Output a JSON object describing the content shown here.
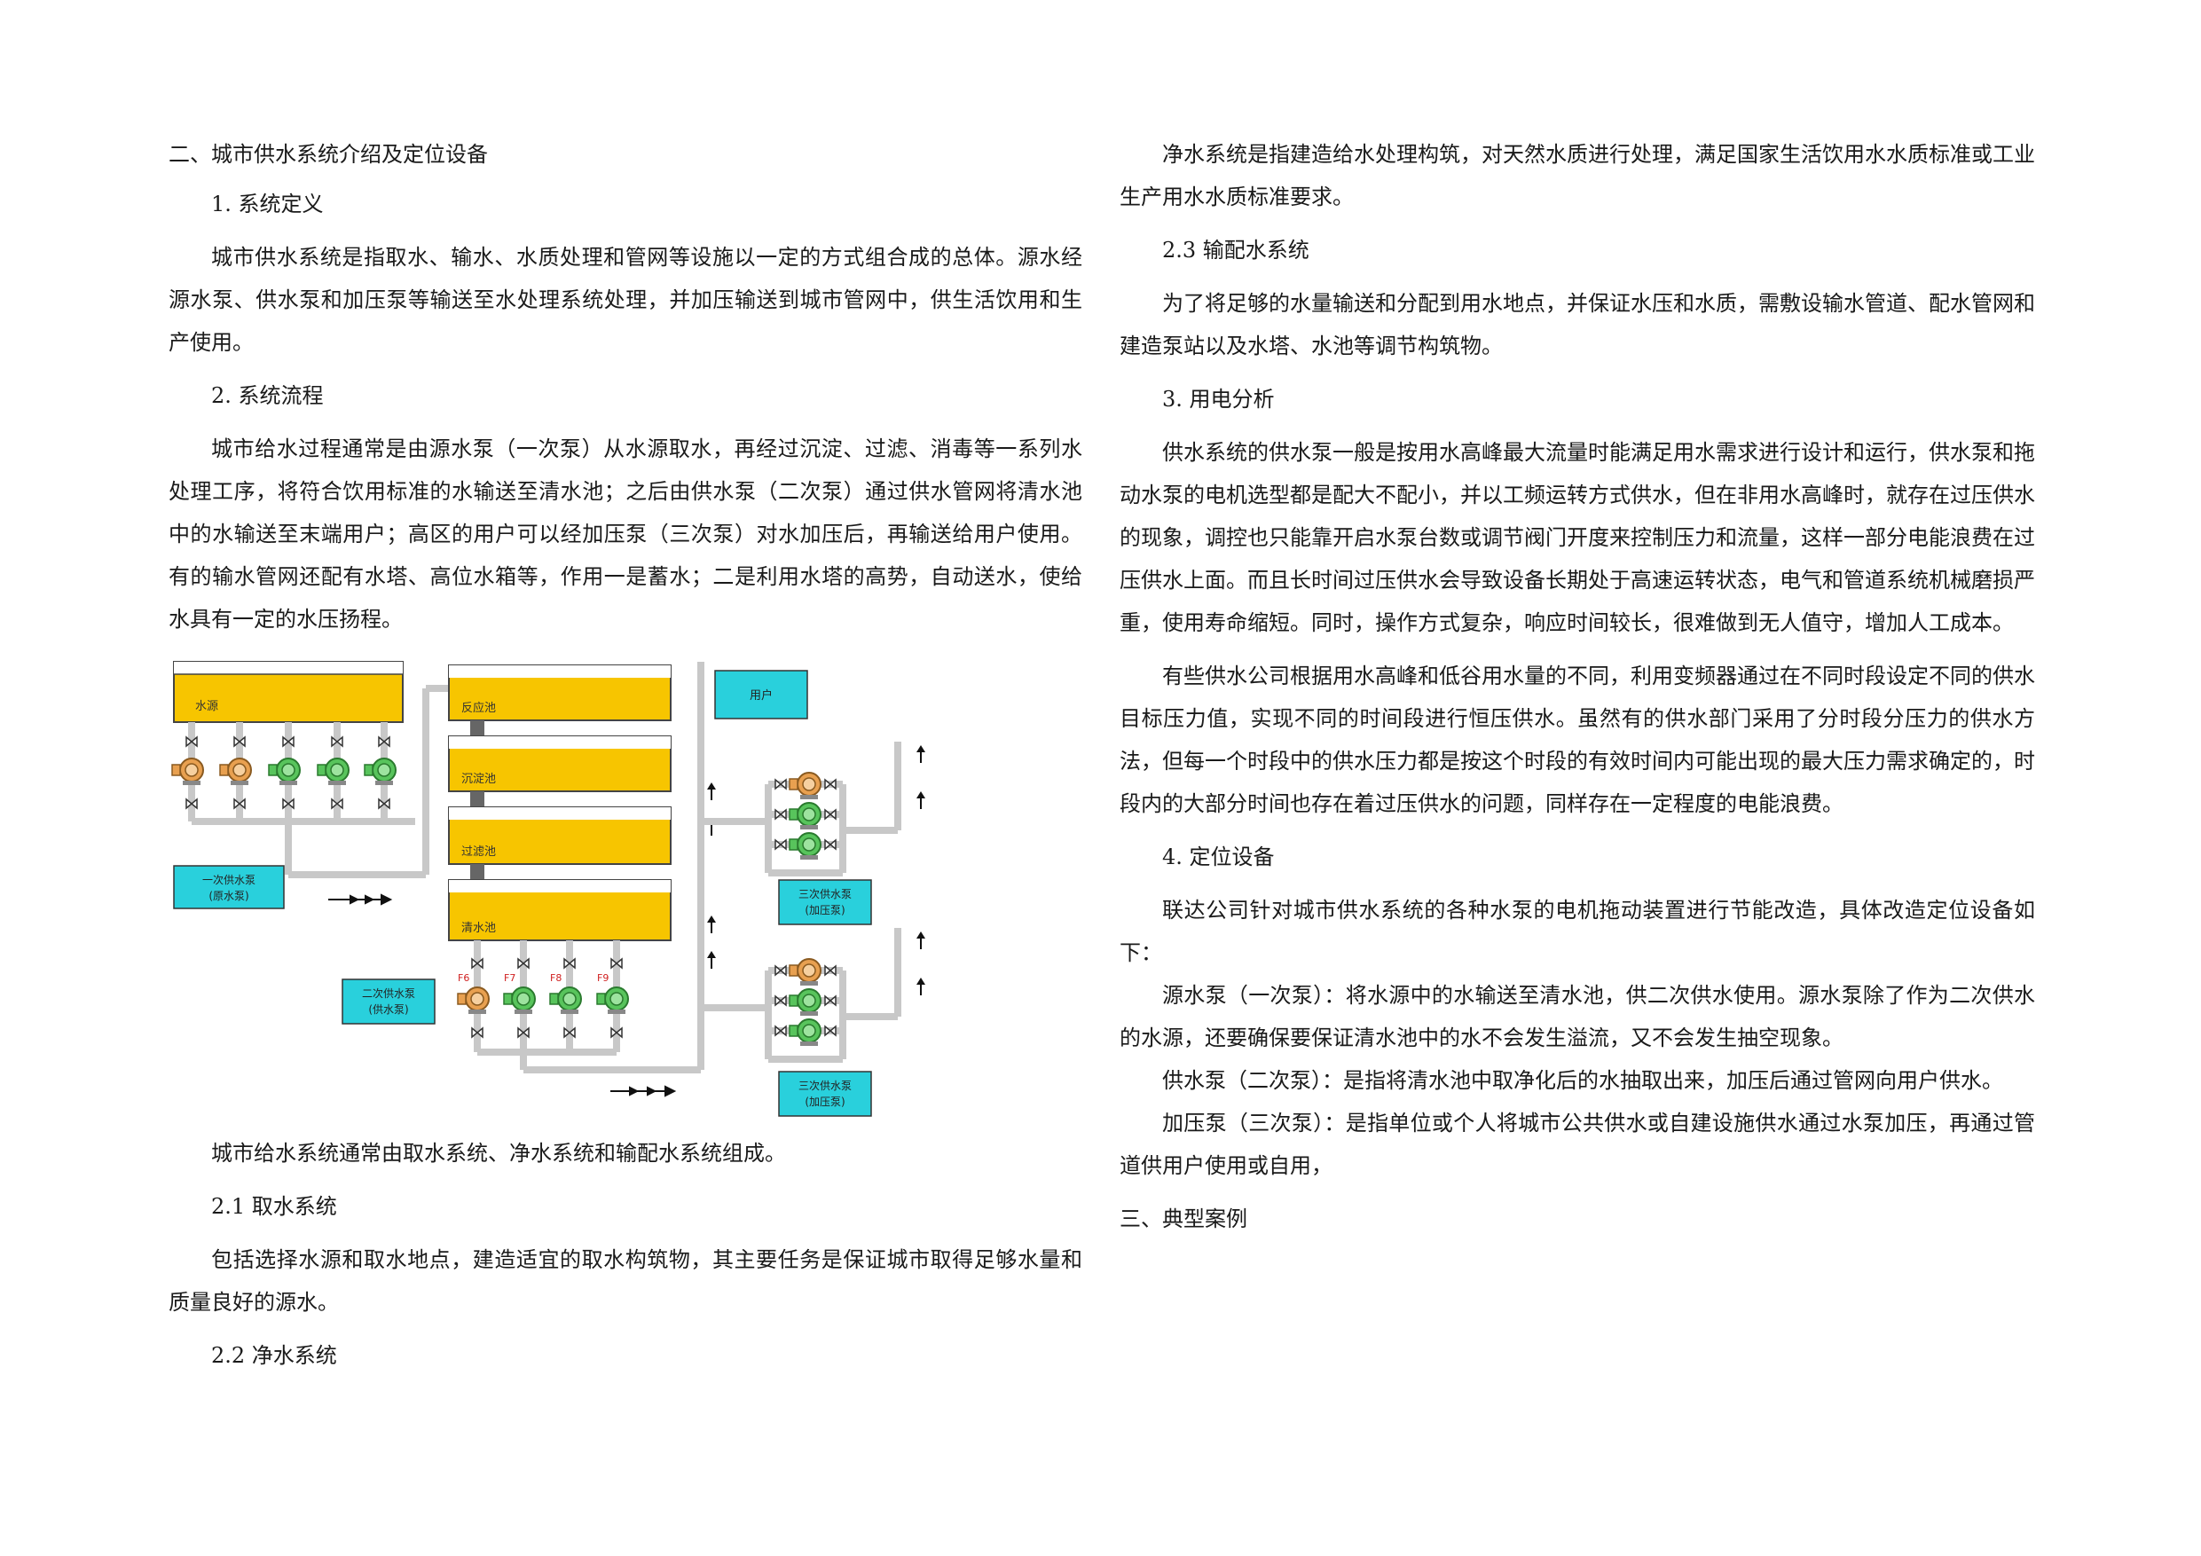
{
  "left": {
    "h_section2": "二、城市供水系统介绍及定位设备",
    "h_1": "1.  系统定义",
    "p_1": "城市供水系统是指取水、输水、水质处理和管网等设施以一定的方式组合成的总体。源水经源水泵、供水泵和加压泵等输送至水处理系统处理，并加压输送到城市管网中，供生活饮用和生产使用。",
    "h_2": "2.  系统流程",
    "p_2": "城市给水过程通常是由源水泵（一次泵）从水源取水，再经过沉淀、过滤、消毒等一系列水处理工序，将符合饮用标准的水输送至清水池；之后由供水泵（二次泵）通过供水管网将清水池中的水输送至末端用户；高区的用户可以经加压泵（三次泵）对水加压后，再输送给用户使用。有的输水管网还配有水塔、高位水箱等，作用一是蓄水；二是利用水塔的高势，自动送水，使给水具有一定的水压扬程。",
    "p_3": "城市给水系统通常由取水系统、净水系统和输配水系统组成。",
    "h_21": "2.1  取水系统",
    "p_21": "包括选择水源和取水地点，建造适宜的取水构筑物，其主要任务是保证城市取得足够水量和质量良好的源水。",
    "h_22": "2.2  净水系统"
  },
  "diagram": {
    "tank_source": "水源",
    "tank_reaction": "反应池",
    "tank_sediment": "沉淀池",
    "tank_filter": "过滤池",
    "tank_clear": "清水池",
    "box_user": "用户",
    "box_primary_l1": "一次供水泵",
    "box_primary_l2": "(原水泵)",
    "box_secondary_l1": "二次供水泵",
    "box_secondary_l2": "(供水泵)",
    "box_tertiary_a_l1": "三次供水泵",
    "box_tertiary_a_l2": "(加压泵)",
    "box_tertiary_b_l1": "三次供水泵",
    "box_tertiary_b_l2": "(加压泵)",
    "valve_f6": "F6",
    "valve_f7": "F7",
    "valve_f8": "F8",
    "valve_f9": "F9",
    "colors": {
      "tank": "#f7c500",
      "box": "#29d0dc",
      "pump_green": "#58c45c",
      "pump_orange": "#e8a050",
      "pipe": "#c8c8c8"
    }
  },
  "right": {
    "p_22": "净水系统是指建造给水处理构筑，对天然水质进行处理，满足国家生活饮用水水质标准或工业生产用水水质标准要求。",
    "h_23": "2.3  输配水系统",
    "p_23": "为了将足够的水量输送和分配到用水地点，并保证水压和水质，需敷设输水管道、配水管网和建造泵站以及水塔、水池等调节构筑物。",
    "h_3": "3.  用电分析",
    "p_3a": "供水系统的供水泵一般是按用水高峰最大流量时能满足用水需求进行设计和运行，供水泵和拖动水泵的电机选型都是配大不配小，并以工频运转方式供水，但在非用水高峰时，就存在过压供水的现象，调控也只能靠开启水泵台数或调节阀门开度来控制压力和流量，这样一部分电能浪费在过压供水上面。而且长时间过压供水会导致设备长期处于高速运转状态，电气和管道系统机械磨损严重，使用寿命缩短。同时，操作方式复杂，响应时间较长，很难做到无人值守，增加人工成本。",
    "p_3b": "有些供水公司根据用水高峰和低谷用水量的不同，利用变频器通过在不同时段设定不同的供水目标压力值，实现不同的时间段进行恒压供水。虽然有的供水部门采用了分时段分压力的供水方法，但每一个时段中的供水压力都是按这个时段的有效时间内可能出现的最大压力需求确定的，时段内的大部分时间也存在着过压供水的问题，同样存在一定程度的电能浪费。",
    "h_4": "4.  定位设备",
    "p_4": "联达公司针对城市供水系统的各种水泵的电机拖动装置进行节能改造，具体改造定位设备如下：",
    "p_4a": "源水泵（一次泵）：将水源中的水输送至清水池，供二次供水使用。源水泵除了作为二次供水的水源，还要确保要保证清水池中的水不会发生溢流，又不会发生抽空现象。",
    "p_4b": "供水泵（二次泵）：是指将清水池中取净化后的水抽取出来，加压后通过管网向用户供水。",
    "p_4c": "加压泵（三次泵）：是指单位或个人将城市公共供水或自建设施供水通过水泵加压，再通过管道供用户使用或自用，",
    "h_section3": "三、典型案例"
  }
}
